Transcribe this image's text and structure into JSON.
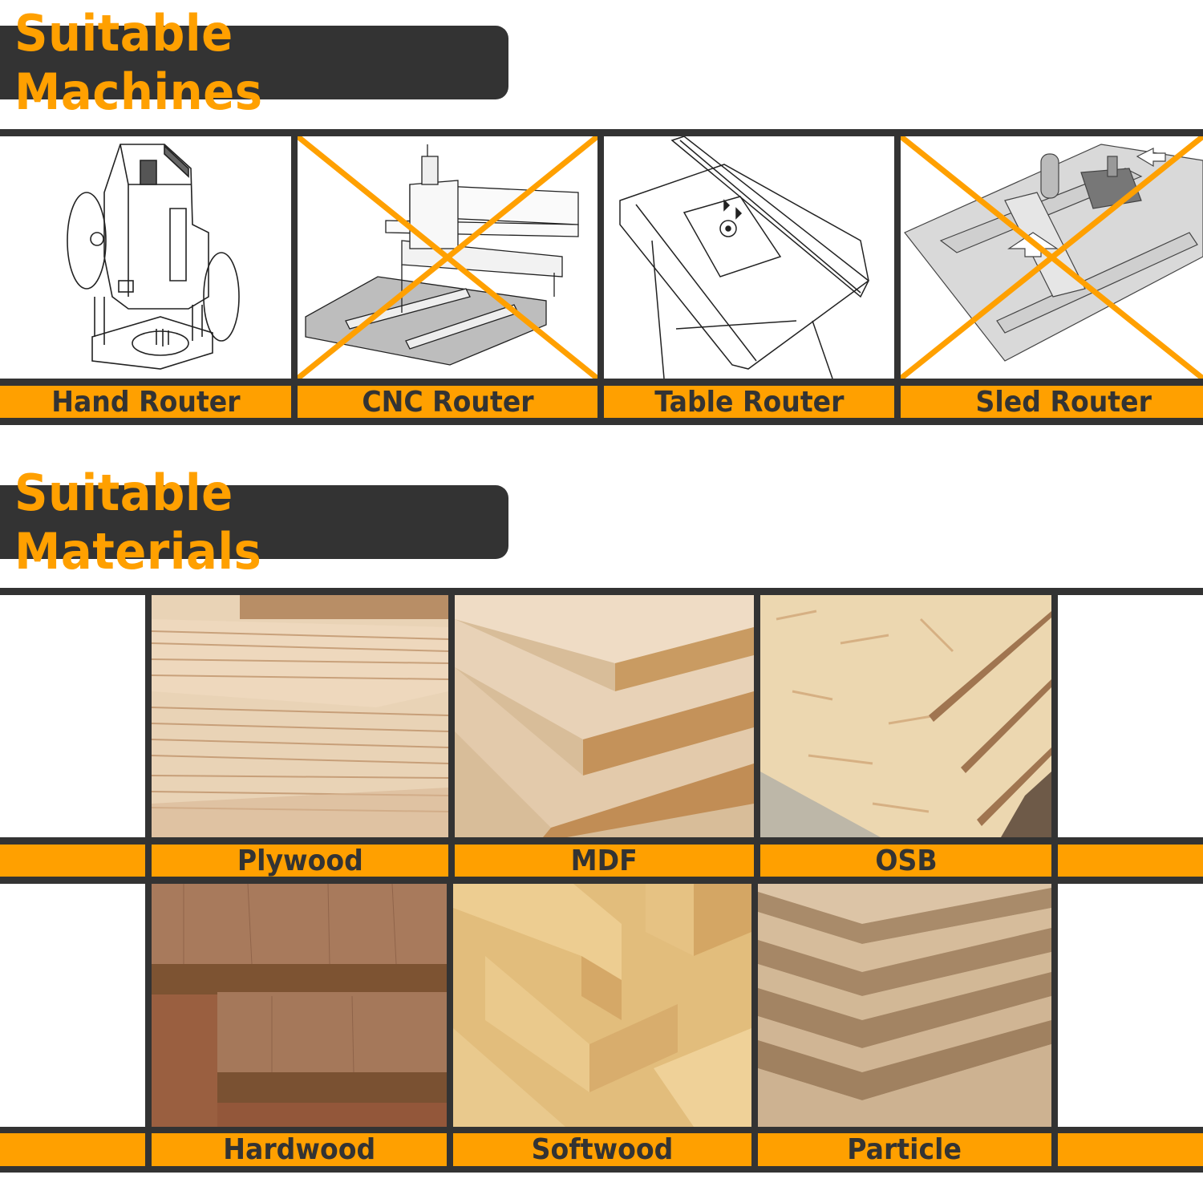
{
  "colors": {
    "accent_orange": "#FFA000",
    "dark": "#333333",
    "background": "#FFFFFF"
  },
  "sections": {
    "machines": {
      "title": "Suitable Machines",
      "items": [
        {
          "label": "Hand Router",
          "illustration": "hand-router-drawing",
          "crossed_out": false
        },
        {
          "label": "CNC Router",
          "illustration": "cnc-router-drawing",
          "crossed_out": true
        },
        {
          "label": "Table Router",
          "illustration": "table-router-drawing",
          "crossed_out": false
        },
        {
          "label": "Sled Router",
          "illustration": "sled-router-drawing",
          "crossed_out": true
        }
      ]
    },
    "materials": {
      "title": "Suitable Materials",
      "rows": [
        [
          {
            "label": "Plywood",
            "image": "plywood-photo"
          },
          {
            "label": "MDF",
            "image": "mdf-photo"
          },
          {
            "label": "OSB",
            "image": "osb-photo"
          }
        ],
        [
          {
            "label": "Hardwood",
            "image": "hardwood-photo"
          },
          {
            "label": "Softwood",
            "image": "softwood-photo"
          },
          {
            "label": "Particle",
            "image": "particle-board-photo"
          }
        ]
      ]
    }
  }
}
